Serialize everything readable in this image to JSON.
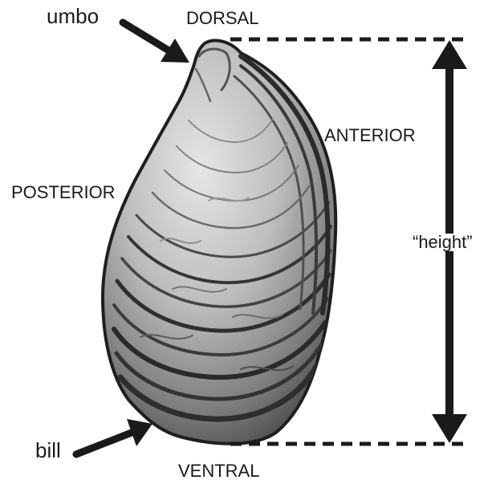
{
  "labels": {
    "umbo": "umbo",
    "dorsal": "DORSAL",
    "anterior": "ANTERIOR",
    "posterior": "POSTERIOR",
    "height": "“height”",
    "bill": "bill",
    "ventral": "VENTRAL"
  },
  "colors": {
    "ink": "#1a1a1a",
    "shell_light": "#d9d9d9",
    "shell_mid": "#9a9a9a",
    "shell_dark": "#3a3a3a",
    "background": "#ffffff"
  },
  "icons": {
    "umbo_pointer": "arrow-icon",
    "bill_pointer": "arrow-icon",
    "height_dimension": "double-arrow-icon"
  }
}
